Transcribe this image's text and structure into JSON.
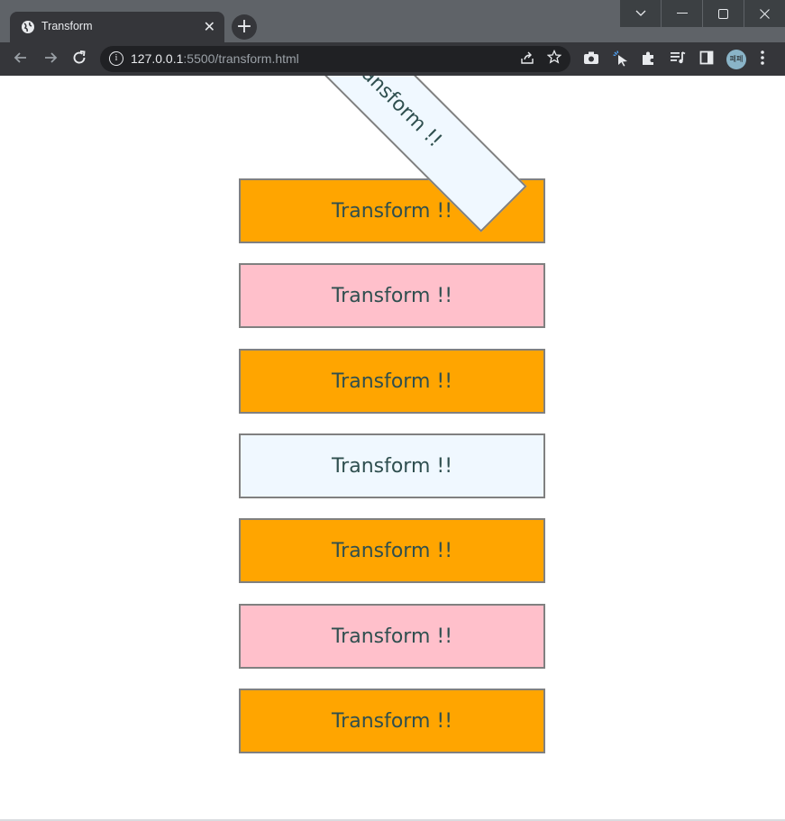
{
  "browser": {
    "tab_title": "Transform",
    "url_host": "127.0.0.1",
    "url_path": ":5500/transform.html",
    "close_glyph": "✕",
    "new_tab_glyph": "+",
    "avatar_text": "폐폐"
  },
  "page": {
    "rotated_box": {
      "label": "Transform !!",
      "background": "#f0f8ff",
      "rotation_deg": 45
    },
    "boxes": [
      {
        "label": "Transform !!",
        "background": "#ffa500"
      },
      {
        "label": "Transform !!",
        "background": "#ffc0cb"
      },
      {
        "label": "Transform !!",
        "background": "#ffa500"
      },
      {
        "label": "Transform !!",
        "background": "#f0f8ff"
      },
      {
        "label": "Transform !!",
        "background": "#ffa500"
      },
      {
        "label": "Transform !!",
        "background": "#ffc0cb"
      },
      {
        "label": "Transform !!",
        "background": "#ffa500"
      }
    ]
  }
}
